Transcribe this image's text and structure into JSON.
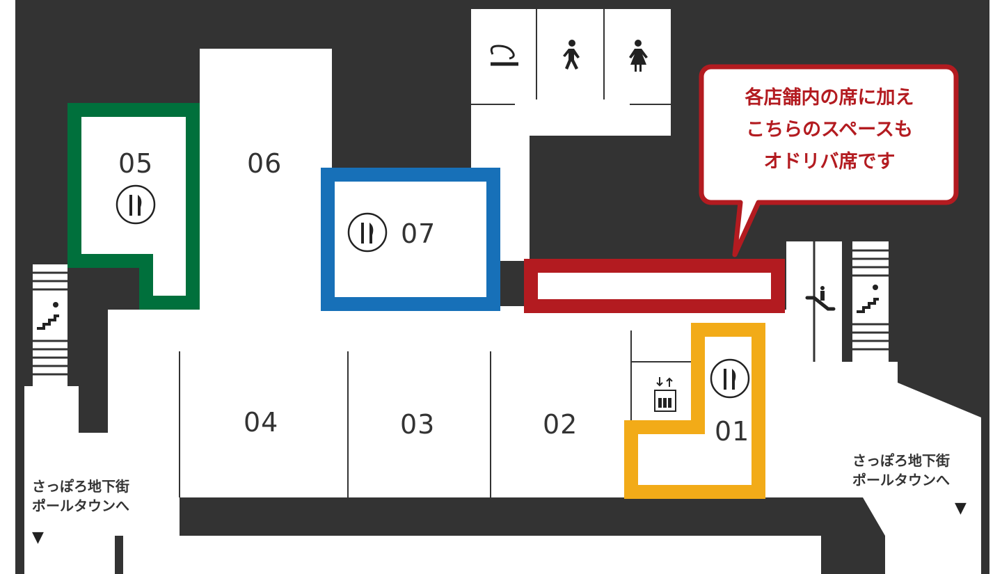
{
  "units": {
    "u01": "01",
    "u02": "02",
    "u03": "03",
    "u04": "04",
    "u05": "05",
    "u06": "06",
    "u07": "07"
  },
  "callout": {
    "line1": "各店舗内の席に加え",
    "line2": "こちらのスペースも",
    "line3": "オドリバ席です"
  },
  "exit_left": {
    "line1": "さっぽろ地下街",
    "line2": "ポールタウンへ",
    "arrow": "▼"
  },
  "exit_right": {
    "line1": "さっぽろ地下街",
    "line2": "ポールタウンへ",
    "arrow": "▼"
  },
  "colors": {
    "background": "#333333",
    "unit05": "#00703c",
    "unit07": "#1770b8",
    "unit01": "#f2ab18",
    "seating_area": "#b31b20"
  },
  "icons": [
    "smoking-area-icon",
    "mens-restroom-icon",
    "womens-restroom-icon",
    "restaurant-icon",
    "elevator-icon",
    "escalator-icon",
    "stairs-icon"
  ]
}
